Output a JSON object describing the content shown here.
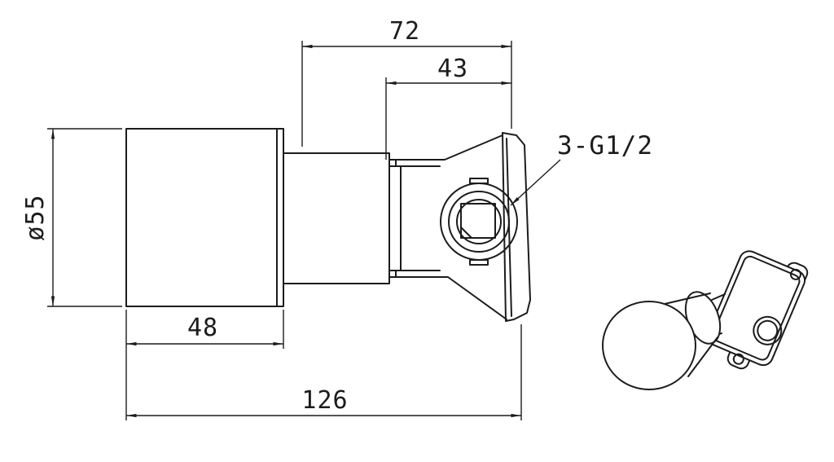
{
  "drawing": {
    "type": "technical-drawing-shower-mixer-valve",
    "line_color": "#1c1c1c",
    "background_color": "#ffffff",
    "dims": {
      "overall_top": "72",
      "inner_top": "43",
      "diameter": "ø55",
      "handle": "48",
      "total": "126"
    },
    "labels": {
      "thread_ports": "3-G1/2"
    }
  }
}
